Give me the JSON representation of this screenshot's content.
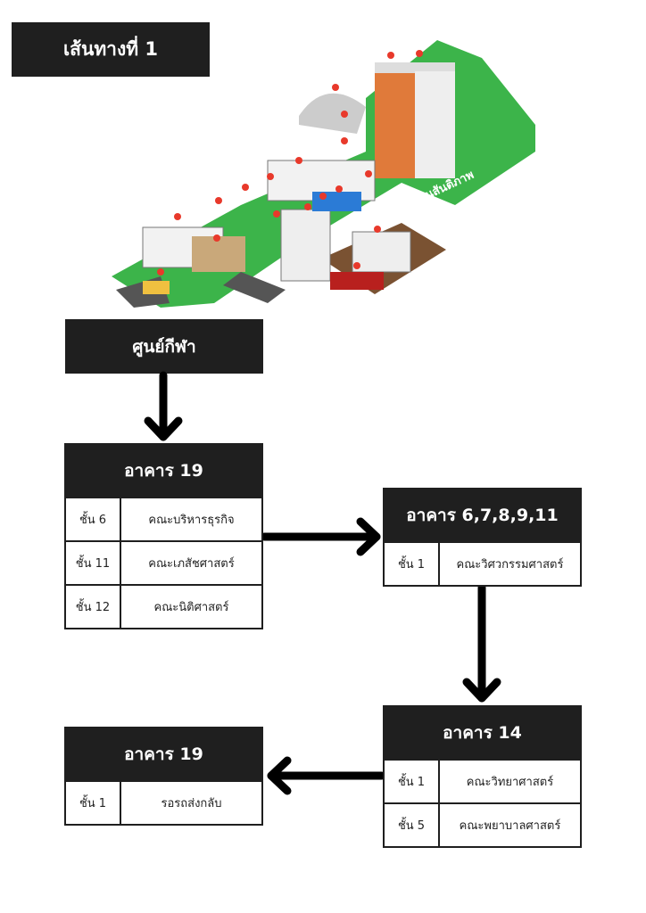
{
  "title": "เส้นทางที่ 1",
  "map": {
    "park_label": "สวนสันติภาพ",
    "colors": {
      "grass": "#3cb44a",
      "road": "#555555",
      "pin": "#e8392b"
    }
  },
  "start": {
    "label": "ศูนย์กีฬา"
  },
  "buildings": [
    {
      "name": "อาคาร 19",
      "floors": [
        {
          "floor": "ชั้น 6",
          "faculty": "คณะบริหารธุรกิจ"
        },
        {
          "floor": "ชั้น 11",
          "faculty": "คณะเภสัชศาสตร์"
        },
        {
          "floor": "ชั้น 12",
          "faculty": "คณะนิติศาสตร์"
        }
      ]
    },
    {
      "name": "อาคาร 6,7,8,9,11",
      "floors": [
        {
          "floor": "ชั้น 1",
          "faculty": "คณะวิศวกรรมศาสตร์"
        }
      ]
    },
    {
      "name": "อาคาร 14",
      "floors": [
        {
          "floor": "ชั้น 1",
          "faculty": "คณะวิทยาศาสตร์"
        },
        {
          "floor": "ชั้น 5",
          "faculty": "คณะพยาบาลศาสตร์"
        }
      ]
    },
    {
      "name": "อาคาร 19",
      "floors": [
        {
          "floor": "ชั้น 1",
          "faculty": "รอรถส่งกลับ"
        }
      ]
    }
  ]
}
